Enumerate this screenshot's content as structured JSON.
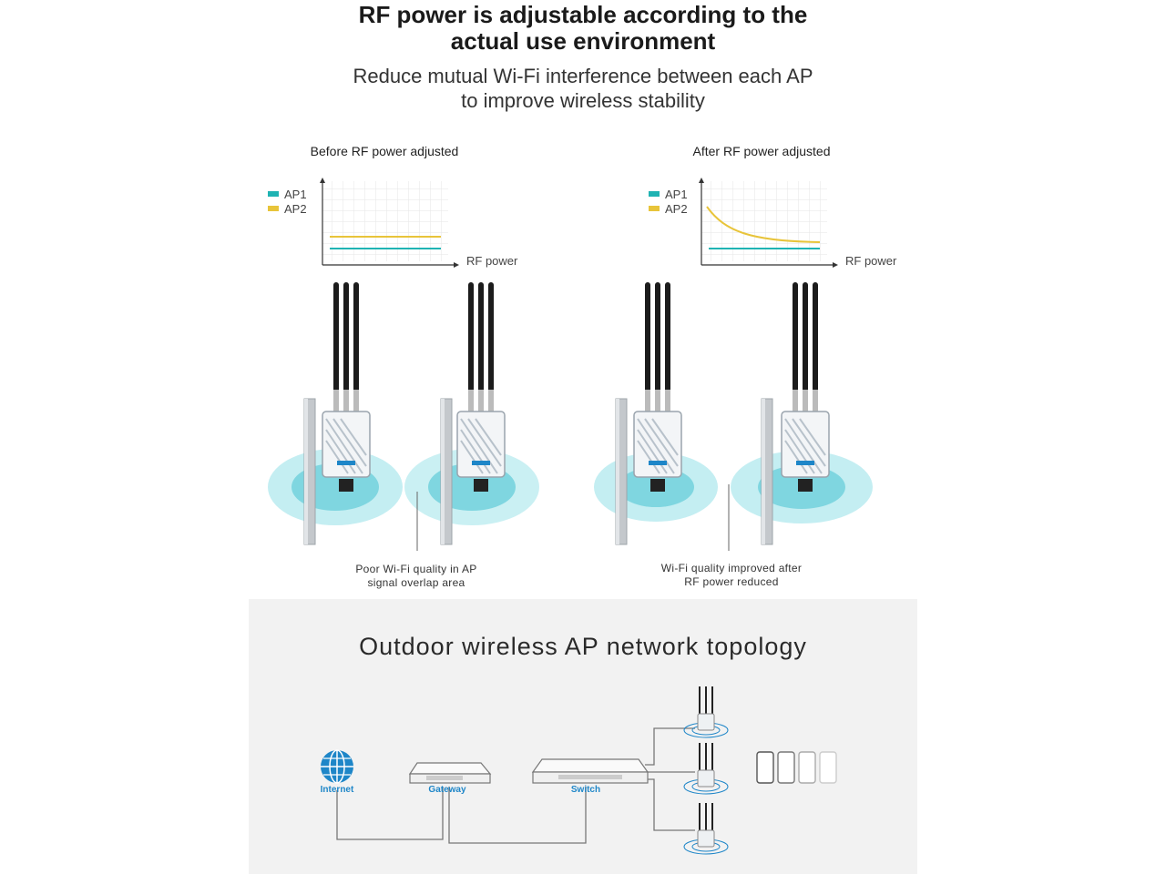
{
  "header": {
    "title_line1": "RF power is adjustable according to the",
    "title_line2": "actual use environment",
    "subtitle_line1": "Reduce mutual Wi-Fi interference between each AP",
    "subtitle_line2": "to improve wireless stability"
  },
  "left_panel": {
    "caption": "Before RF power adjusted",
    "legend": [
      "AP1",
      "AP2"
    ],
    "axis_label": "RF power",
    "note_line1": "Poor Wi-Fi quality in AP",
    "note_line2": "signal overlap area"
  },
  "right_panel": {
    "caption": "After RF power adjusted",
    "legend": [
      "AP1",
      "AP2"
    ],
    "axis_label": "RF power",
    "note_line1": "Wi-Fi quality improved after",
    "note_line2": "RF power reduced"
  },
  "colors": {
    "ap1": "#1fb3b3",
    "ap2": "#e8c43a",
    "coverage": "#7fd6e0",
    "accent_blue": "#1e86c8"
  },
  "topology": {
    "title": "Outdoor wireless AP network topology",
    "nodes": {
      "internet": "Internet",
      "gateway": "Gateway",
      "switch": "Switch"
    },
    "icons": [
      "globe-icon",
      "gateway-device-icon",
      "switch-device-icon",
      "access-point-icon",
      "smartphone-icon"
    ]
  }
}
